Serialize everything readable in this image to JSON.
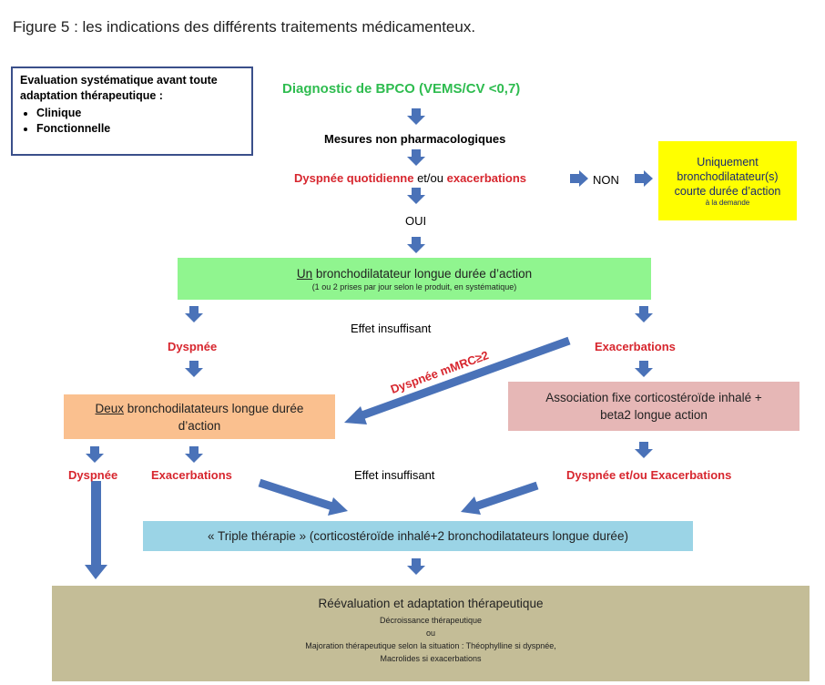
{
  "figure_title": "Figure 5 : les indications des différents traitements médicamenteux.",
  "eval_box": {
    "heading": "Evaluation systématique avant toute adaptation thérapeutique :",
    "items": [
      "Clinique",
      "Fonctionnelle"
    ]
  },
  "diagnostic": "Diagnostic de BPCO (VEMS/CV <0,7)",
  "non_pharma": "Mesures non pharmacologiques",
  "question": {
    "part1": "Dyspnée quotidienne",
    "part2": " et/ou ",
    "part3": "exacerbations"
  },
  "non_label": "NON",
  "oui_label": "OUI",
  "yellow_box": {
    "line1": "Uniquement",
    "line2": "bronchodilatateur(s)",
    "line3": "courte durée d’action",
    "small": "à la demande"
  },
  "green_box": {
    "underlined": "Un",
    "rest": " bronchodilatateur  longue durée d’action",
    "small": "(1 ou 2 prises par jour selon le produit, en systématique)"
  },
  "effet_insuffisant_1": "Effet insuffisant",
  "dyspnee_left": "Dyspnée",
  "exacerbations_right": "Exacerbations",
  "dyspnee_mmrc": "Dyspnée mMRC≥2",
  "orange_box": {
    "underlined": "Deux",
    "rest": " bronchodilatateurs  longue durée",
    "line2": "d’action"
  },
  "pink_box": {
    "line1": "Association fixe corticostéroïde inhalé +",
    "line2": "beta2 longue action"
  },
  "dyspnee_far_left": "Dyspnée",
  "exacerbations_left": "Exacerbations",
  "effet_insuffisant_2": "Effet insuffisant",
  "dyspnee_ou_exac": "Dyspnée et/ou Exacerbations",
  "blue_box": "« Triple thérapie » (corticostéroïde inhalé+2 bronchodilatateurs longue durée)",
  "olive_box": {
    "title": "Réévaluation  et adaptation thérapeutique",
    "line1": "Décroissance thérapeutique",
    "line2": "ou",
    "line3": "Majoration thérapeutique selon la situation : Théophylline si dyspnée,",
    "line4": "Macrolides si exacerbations"
  },
  "colors": {
    "arrow": "#4a72b8",
    "red_text": "#d7262e",
    "green_text": "#2ebc4f",
    "yellow_box": "#ffff00",
    "green_box": "#90f58f",
    "orange_box": "#fac08f",
    "pink_box": "#e6b7b6",
    "blue_box": "#9bd4e6",
    "olive_box": "#c4bd97"
  }
}
